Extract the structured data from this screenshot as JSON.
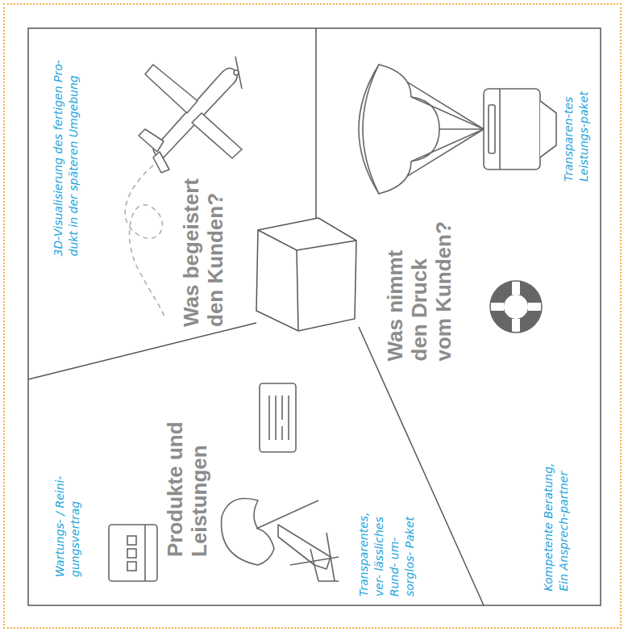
{
  "diagram": {
    "labels": [
      "3D-Visualisierung des fertigen Pro- dukt in der späteren Umgebung",
      "Wartungs- / Reini- gungsvertrag",
      "Was begeistert den Kunden?",
      "Produkte und Leistungen",
      "Was nimmt den Druck vom Kunden?",
      "Transparen-tes Leistungs-paket",
      "Transparentes, ver- lässliches Rund- um-sorglos- Paket",
      "Kompetente Beratung, Ein Ansprech-partner"
    ]
  }
}
